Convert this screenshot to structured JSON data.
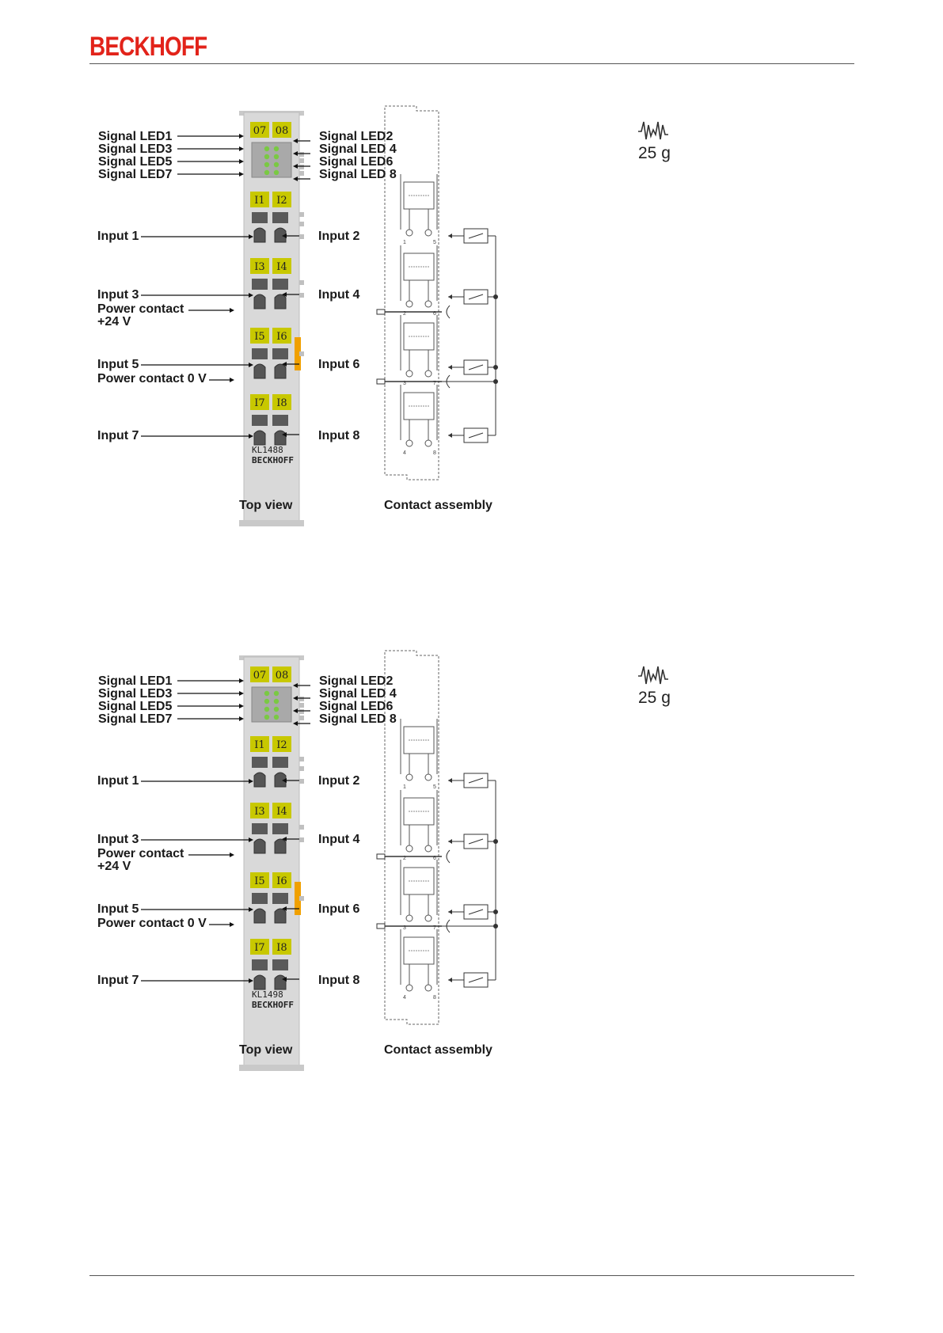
{
  "header": {
    "brand": "BECKHOFF"
  },
  "colors": {
    "brand": "#e2231a",
    "module_yellow": "#c8c800",
    "led_green": "#7ac943",
    "power_orange": "#f0a000"
  },
  "figures": [
    {
      "module_type": "KL1488",
      "module_brand": "BECKHOFF",
      "tabs": [
        "07",
        "08",
        "I1",
        "I2",
        "I3",
        "I4",
        "I5",
        "I6",
        "I7",
        "I8"
      ],
      "left_labels": [
        "Signal LED1",
        "Signal LED3",
        "Signal LED5",
        "Signal LED7",
        "Input 1",
        "Input 3",
        "Power contact",
        "+24 V",
        "Input 5",
        "Power contact 0 V",
        "Input 7"
      ],
      "right_labels": [
        "Signal LED2",
        "Signal LED 4",
        "Signal LED6",
        "Signal LED 8",
        "Input 2",
        "Input 4",
        "Input 6",
        "Input 8"
      ],
      "caption_left": "Top view",
      "caption_right": "Contact assembly",
      "weight": "25 g",
      "weight_icon": "vibration-icon"
    },
    {
      "module_type": "KL1498",
      "module_brand": "BECKHOFF",
      "tabs": [
        "07",
        "08",
        "I1",
        "I2",
        "I3",
        "I4",
        "I5",
        "I6",
        "I7",
        "I8"
      ],
      "left_labels": [
        "Signal LED1",
        "Signal LED3",
        "Signal LED5",
        "Signal LED7",
        "Input 1",
        "Input 3",
        "Power contact",
        "+24 V",
        "Input 5",
        "Power contact 0 V",
        "Input 7"
      ],
      "right_labels": [
        "Signal LED2",
        "Signal LED 4",
        "Signal LED6",
        "Signal LED 8",
        "Input 2",
        "Input 4",
        "Input 6",
        "Input 8"
      ],
      "caption_left": "Top view",
      "caption_right": "Contact assembly",
      "weight": "25 g",
      "weight_icon": "vibration-icon"
    }
  ],
  "terminal_numbers": [
    "1",
    "5",
    "2",
    "6",
    "3",
    "7",
    "4",
    "8"
  ]
}
